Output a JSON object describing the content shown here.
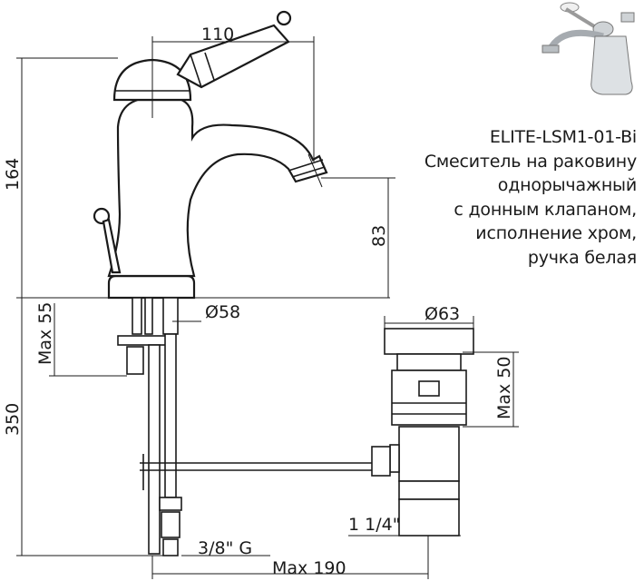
{
  "product": {
    "model": "ELITE-LSM1-01-Bi",
    "description": [
      "Смеситель на раковину",
      "однорычажный",
      "с донным клапаном,",
      "исполнение хром,",
      "ручка белая"
    ]
  },
  "dimensions": {
    "spout_reach": "110",
    "total_height": "164",
    "spout_height": "83",
    "base_diameter": "Ø58",
    "max_55": "Max 55",
    "hose_length": "350",
    "connection": "3/8\" G",
    "max_190": "Max 190",
    "drain_cap_diameter": "Ø63",
    "max_50": "Max 50",
    "drain_thread": "1 1/4\""
  },
  "icons": {
    "product_photo": "faucet-photo-icon"
  }
}
